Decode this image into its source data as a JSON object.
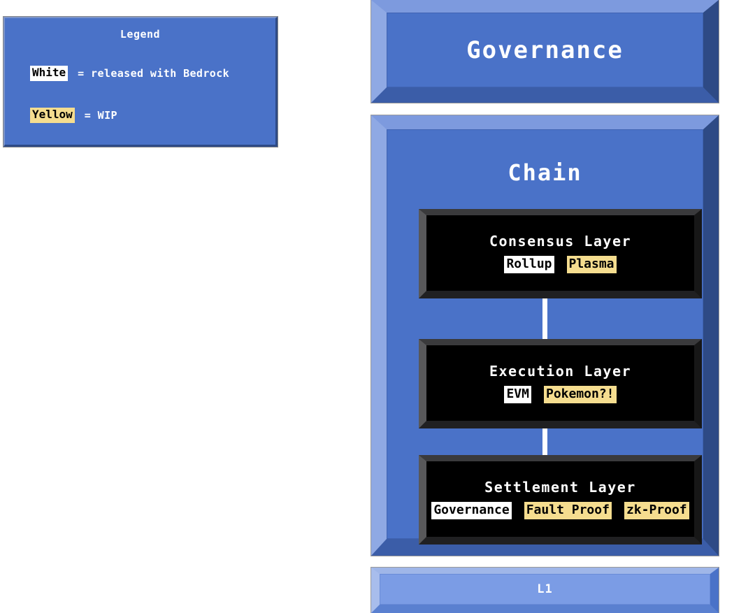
{
  "colors": {
    "panel_blue": "#4a72c8",
    "panel_blue_light": "#7b9ce5",
    "bevel_light": "#8fa9e4",
    "bevel_dark": "#2e4a85",
    "layer_black": "#000000",
    "tag_white": "#ffffff",
    "tag_yellow": "#f5dd8f",
    "connector": "#ffffff"
  },
  "legend": {
    "title": "Legend",
    "rows": [
      {
        "chip": "White",
        "style": "white",
        "description": "= released with Bedrock"
      },
      {
        "chip": "Yellow",
        "style": "yellow",
        "description": "= WIP"
      }
    ]
  },
  "governance": {
    "label": "Governance"
  },
  "chain": {
    "label": "Chain",
    "layers": [
      {
        "title": "Consensus Layer",
        "tags": [
          {
            "label": "Rollup",
            "style": "white"
          },
          {
            "label": "Plasma",
            "style": "yellow"
          }
        ]
      },
      {
        "title": "Execution Layer",
        "tags": [
          {
            "label": "EVM",
            "style": "white"
          },
          {
            "label": "Pokemon?!",
            "style": "yellow"
          }
        ]
      },
      {
        "title": "Settlement Layer",
        "tags": [
          {
            "label": "Governance",
            "style": "white"
          },
          {
            "label": "Fault Proof",
            "style": "yellow"
          },
          {
            "label": "zk-Proof",
            "style": "yellow"
          }
        ]
      }
    ]
  },
  "l1": {
    "label": "L1"
  }
}
